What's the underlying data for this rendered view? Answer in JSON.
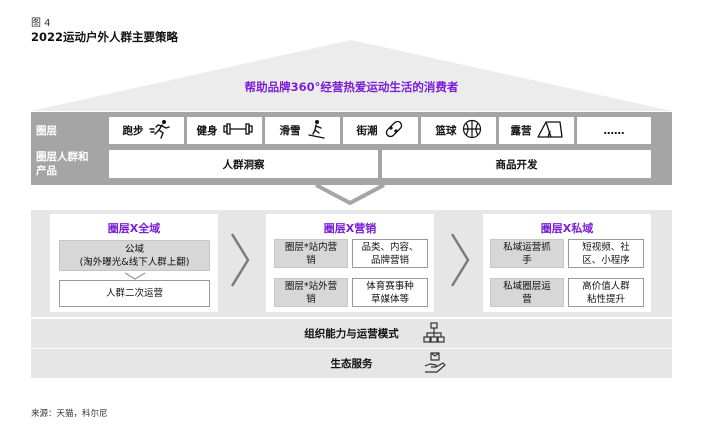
{
  "figure": {
    "label": "图 4",
    "title": "2022运动户外人群主要策略",
    "headline": "帮助品牌360°经营热爱运动生活的消费者",
    "source": "来源：天猫，科尔尼"
  },
  "circles": {
    "row_label": "圈层",
    "items": [
      {
        "label": "跑步",
        "icon": "running-person-icon"
      },
      {
        "label": "健身",
        "icon": "dumbbell-icon"
      },
      {
        "label": "滑雪",
        "icon": "skier-icon"
      },
      {
        "label": "街潮",
        "icon": "skateboard-icon"
      },
      {
        "label": "篮球",
        "icon": "basketball-icon"
      },
      {
        "label": "露营",
        "icon": "tent-icon"
      },
      {
        "label": "……",
        "icon": ""
      }
    ]
  },
  "products": {
    "row_label_line1": "圈层人群和",
    "row_label_line2": "产品",
    "insight": "人群洞察",
    "development": "商品开发"
  },
  "columns": {
    "global": {
      "title": "圈层X全域",
      "public_domain": "公域",
      "public_detail": "(淘外曝光&线下人群上翻)",
      "secondary": "人群二次运营"
    },
    "marketing": {
      "title": "圈层X营销",
      "cells": [
        "圈层*站内营销",
        "品类、内容、品牌营销",
        "圈层*站外营销",
        "体育赛事种草媒体等"
      ]
    },
    "private": {
      "title": "圈层X私域",
      "cells": [
        "私域运营抓手",
        "短视频、社区、小程序",
        "私域圈层运营",
        "高价值人群粘性提升"
      ]
    }
  },
  "foundation": {
    "org": "组织能力与运营模式",
    "org_icon": "org-chart-icon",
    "eco": "生态服务",
    "eco_icon": "hand-service-icon"
  },
  "colors": {
    "accent": "#7a1fd6",
    "band": "#a5a5a5",
    "light": "#e6e6e6"
  }
}
